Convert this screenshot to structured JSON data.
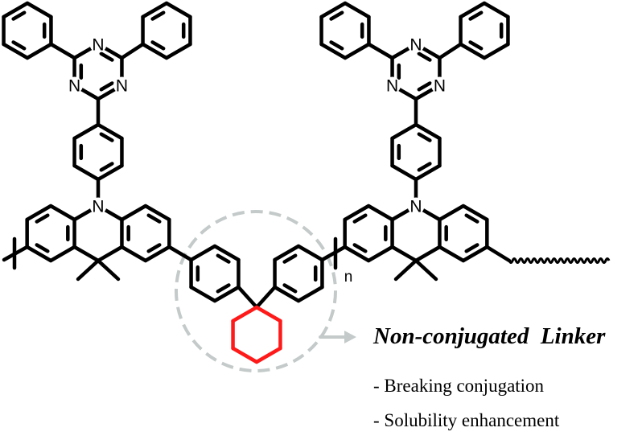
{
  "diagram": {
    "atom_label_nitrogen": "N",
    "repeat_unit_label": "n",
    "colors": {
      "bond": "#000000",
      "linker_ring": "#ff1a1a",
      "highlight_circle": "#c3cac9",
      "arrow": "#c3cac9"
    }
  },
  "annotation": {
    "title": "Non-conjugated  Linker",
    "points": [
      "- Breaking conjugation",
      "- Solubility enhancement"
    ]
  }
}
